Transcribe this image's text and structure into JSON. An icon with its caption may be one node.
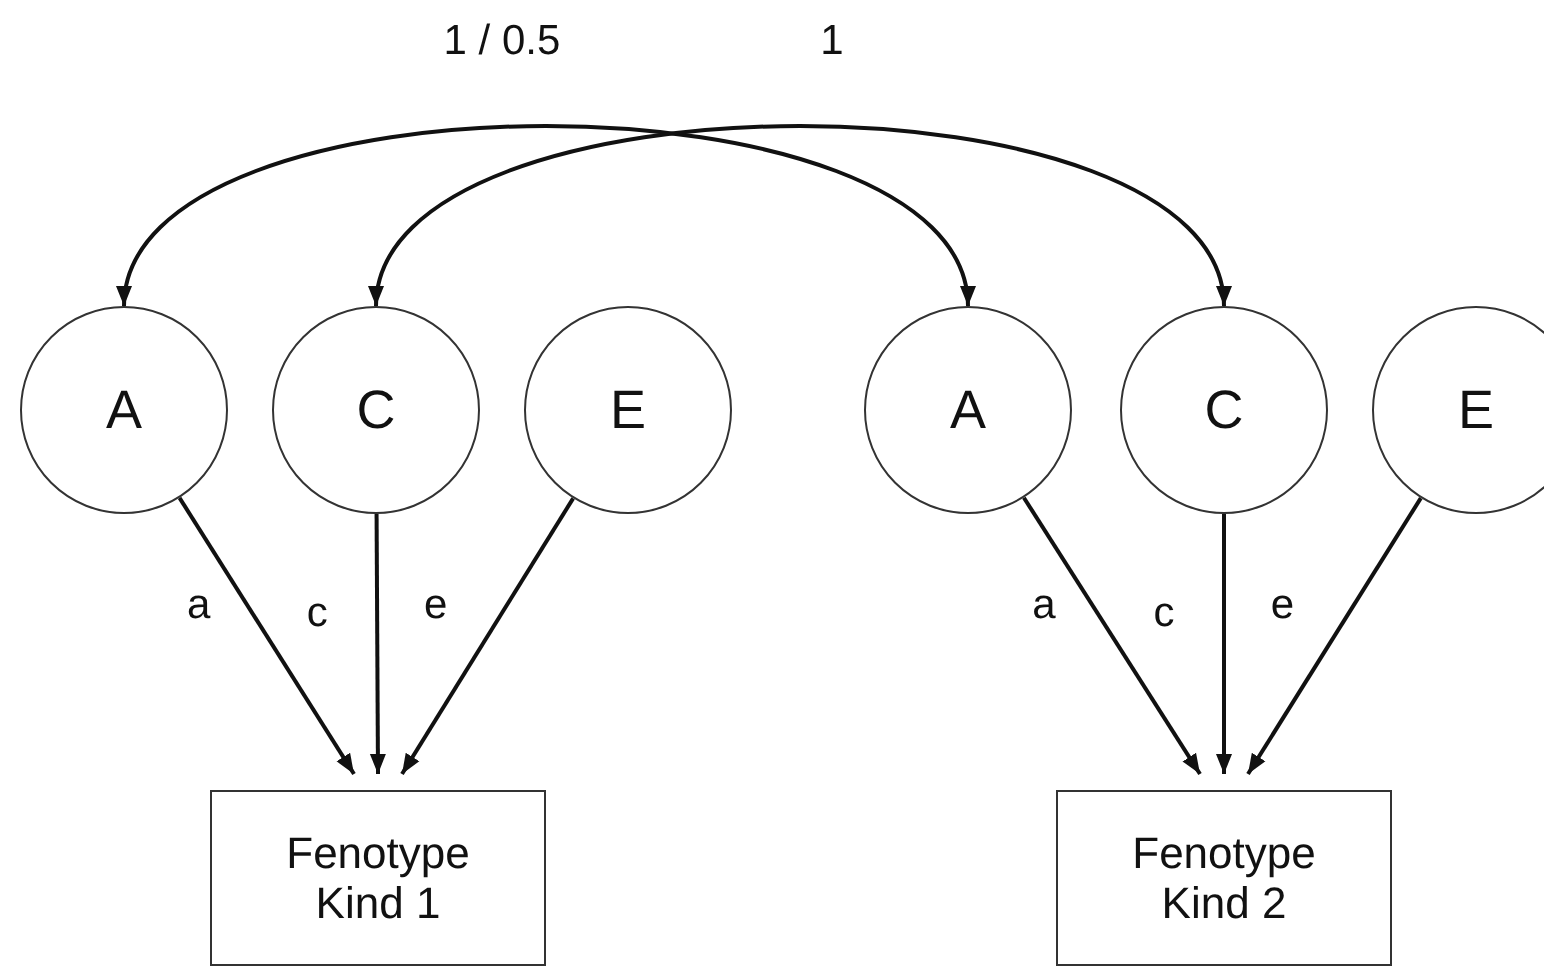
{
  "diagram": {
    "nodes": [
      {
        "text": [
          "A"
        ]
      },
      {
        "text": [
          "C"
        ]
      },
      {
        "text": [
          "E"
        ]
      },
      {
        "text": [
          "A"
        ]
      },
      {
        "text": [
          "C"
        ]
      },
      {
        "text": [
          "E"
        ]
      },
      {
        "text": [
          "Fenotype Kind 1"
        ]
      },
      {
        "text": [
          "Fenotype Kind 2"
        ]
      }
    ],
    "edges": [
      {
        "from": 0,
        "to": 3,
        "arrow": "both",
        "label": "1 / 0.5"
      },
      {
        "from": 1,
        "to": 4,
        "arrow": "both",
        "label": "1"
      },
      {
        "from": 0,
        "to": 6,
        "arrow": "to",
        "label": "a"
      },
      {
        "from": 1,
        "to": 6,
        "arrow": "to",
        "label": "c"
      },
      {
        "from": 2,
        "to": 6,
        "arrow": "to",
        "label": "e"
      },
      {
        "from": 3,
        "to": 7,
        "arrow": "to",
        "label": "a"
      },
      {
        "from": 4,
        "to": 7,
        "arrow": "to",
        "label": "c"
      },
      {
        "from": 5,
        "to": 7,
        "arrow": "to",
        "label": "e"
      }
    ]
  }
}
